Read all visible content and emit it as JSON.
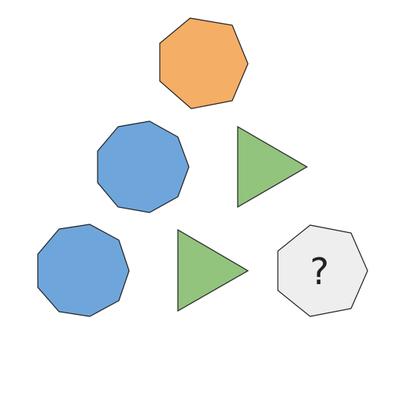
{
  "puzzle": {
    "cells": [
      {
        "id": "top",
        "shape": "heptagon",
        "color": "#F5AE66"
      },
      {
        "id": "middle-left",
        "shape": "nonagon",
        "color": "#6EA6DC"
      },
      {
        "id": "middle-right",
        "shape": "triangle",
        "color": "#93C47D"
      },
      {
        "id": "bottom-left",
        "shape": "nonagon",
        "color": "#6EA6DC"
      },
      {
        "id": "bottom-middle",
        "shape": "triangle",
        "color": "#93C47D"
      },
      {
        "id": "bottom-right",
        "shape": "heptagon",
        "color": "#EEEEEE"
      }
    ],
    "missing_label": "?"
  }
}
